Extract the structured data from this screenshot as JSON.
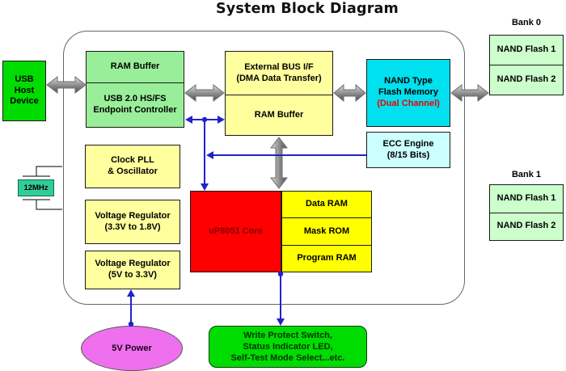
{
  "title": "System Block Diagram",
  "colors": {
    "bright_green": "#00DC00",
    "light_green": "#99EE99",
    "pale_green": "#CCFFCC",
    "light_yellow": "#FFFF9E",
    "bright_yellow": "#FFFF00",
    "cyan": "#00E0EE",
    "pale_cyan": "#CCFFFF",
    "core_red": "#FF0000",
    "core_text": "#7F0000",
    "dual_channel_text": "#EE0000",
    "power_violet": "#EE70EE",
    "crystal_teal": "#33CC99",
    "connection_blue": "#2222CC",
    "bus_arrow_gray": "#8C8C8C"
  },
  "blocks": {
    "usb_host": "USB\nHost\nDevice",
    "usb_ram_buffer": "RAM Buffer",
    "usb_controller": "USB 2.0 HS/FS\nEndpoint Controller",
    "ext_bus": "External BUS I/F\n(DMA Data Transfer)",
    "ext_ram_buffer": "RAM Buffer",
    "nand_flash_label": "NAND Type\nFlash Memory",
    "nand_flash_sub": "(Dual Channel)",
    "ecc": "ECC Engine\n(8/15 Bits)",
    "clock_pll": "Clock PLL\n& Oscillator",
    "vreg_18": "Voltage Regulator\n(3.3V to 1.8V)",
    "vreg_33": "Voltage Regulator\n(5V to 3.3V)",
    "core": "uP8051 Core",
    "data_ram": "Data RAM",
    "mask_rom": "Mask ROM",
    "program_ram": "Program RAM",
    "crystal": "12MHz",
    "power": "5V Power",
    "io": "Write Protect Switch,\nStatus Indicator LED,\nSelf-Test Mode Select...etc."
  },
  "banks": [
    {
      "label": "Bank 0",
      "items": [
        "NAND Flash 1",
        "NAND Flash 2"
      ]
    },
    {
      "label": "Bank 1",
      "items": [
        "NAND Flash 1",
        "NAND Flash 2"
      ]
    }
  ]
}
